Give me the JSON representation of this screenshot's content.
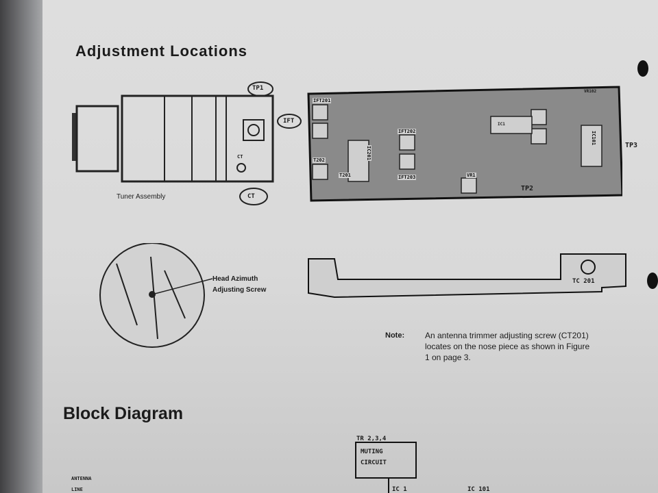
{
  "headings": {
    "adjustment": "Adjustment  Locations",
    "block": "Block Diagram"
  },
  "tuner": {
    "caption": "Tuner Assembly",
    "tp1": "TP1",
    "ift": "IFT",
    "ct": "CT",
    "ct_small": "CT"
  },
  "pcb": {
    "labels": [
      "IFT201",
      "VR102",
      "IC1",
      "IC101",
      "IC201",
      "IFT202",
      "IFT203",
      "VR1",
      "T201",
      "T202"
    ],
    "tp2": "TP2",
    "tp3": "TP3"
  },
  "head": {
    "label_line1": "Head Azimuth",
    "label_line2": "Adjusting Screw"
  },
  "nose": {
    "label": "TC 201"
  },
  "note": {
    "label": "Note:",
    "lines": [
      "An antenna trimmer adjusting screw (CT201)",
      "locates on the nose  piece as shown in Figure",
      "1 on page 3."
    ]
  },
  "block_diagram": {
    "tr": "TR 2,3,4",
    "muting1": "MUTING",
    "muting2": "CIRCUIT",
    "antenna1": "ANTENNA",
    "antenna2": "LINE",
    "ic1": "IC 1",
    "ic101": "IC 101"
  }
}
